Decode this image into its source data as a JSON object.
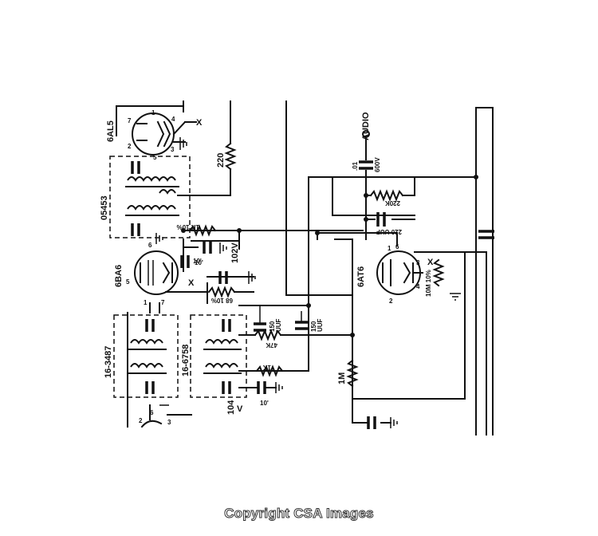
{
  "labels": {
    "tube_6al5": "6AL5",
    "tube_6ba6": "6BA6",
    "tube_6at6": "6AT6",
    "transformer_05453": "05453",
    "transformer_16_3487": "16-3487",
    "transformer_16_6758": "16-6758",
    "res_220": "220",
    "res_1k_top": "1K 10%",
    "res_68": "68 10%",
    "res_47k": "47K",
    "res_1k_mid": "1K",
    "res_1m": "1M",
    "res_220k": "220K",
    "res_10m": "10M 10%",
    "cap_01": ".01",
    "cap_01_volts": "600V",
    "cap_220uuf": "220 UUF",
    "cap_150_a": "150",
    "cap_150_a_unit": "UUF",
    "cap_150_b": "150",
    "cap_150_b_unit": "UUF",
    "cap_10_a": "10'",
    "cap_10_b": "10'",
    "cap_10_c": "10'",
    "volt_102": "102V",
    "volt_104": "104",
    "volt_104_unit": "V",
    "audio": "AUDIO",
    "x_a": "X",
    "x_b": "X",
    "x_c": "X"
  },
  "pins": {
    "al5_1": "1",
    "al5_2": "2",
    "al5_3": "3",
    "al5_4": "4",
    "al5_5": "5",
    "al5_7": "7",
    "ba6_1": "1",
    "ba6_5": "5",
    "ba6_6": "6",
    "ba6_7": "7",
    "at6_1": "1",
    "at6_2": "2",
    "at6_3": "3",
    "at6_4": "4",
    "at6_6": "6",
    "conv_2": "2",
    "conv_3": "3",
    "conv_6": "6"
  },
  "footer": {
    "copyright": "Copyright CSA Images"
  }
}
